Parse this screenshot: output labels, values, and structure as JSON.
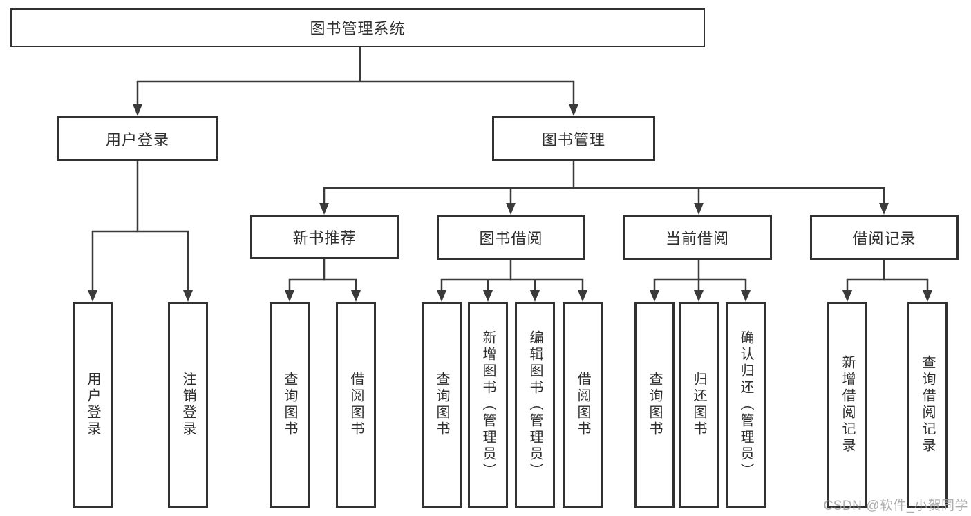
{
  "diagram": {
    "type": "hierarchy-tree",
    "title": "图书管理系统",
    "colors": {
      "line": "#3a3a3a",
      "border": "#313131",
      "text": "#2f2f2f",
      "background": "#ffffff",
      "watermark": "#a0a0a0"
    },
    "nodes": {
      "root": "图书管理系统",
      "login": "用户登录",
      "management": "图书管理",
      "groups": [
        "新书推荐",
        "图书借阅",
        "当前借阅",
        "借阅记录"
      ]
    },
    "leaves": {
      "login": [
        "用户登录",
        "注销登录"
      ],
      "recommend": [
        "查询图书",
        "借阅图书"
      ],
      "borrow": [
        "查询图书",
        "新增图书（管理员）",
        "编辑图书（管理员）",
        "借阅图书"
      ],
      "current": [
        "查询图书",
        "归还图书",
        "确认归还（管理员）"
      ],
      "records": [
        "新增借阅记录",
        "查询借阅记录"
      ]
    },
    "watermark": "CSDN @软件_小贺同学"
  }
}
